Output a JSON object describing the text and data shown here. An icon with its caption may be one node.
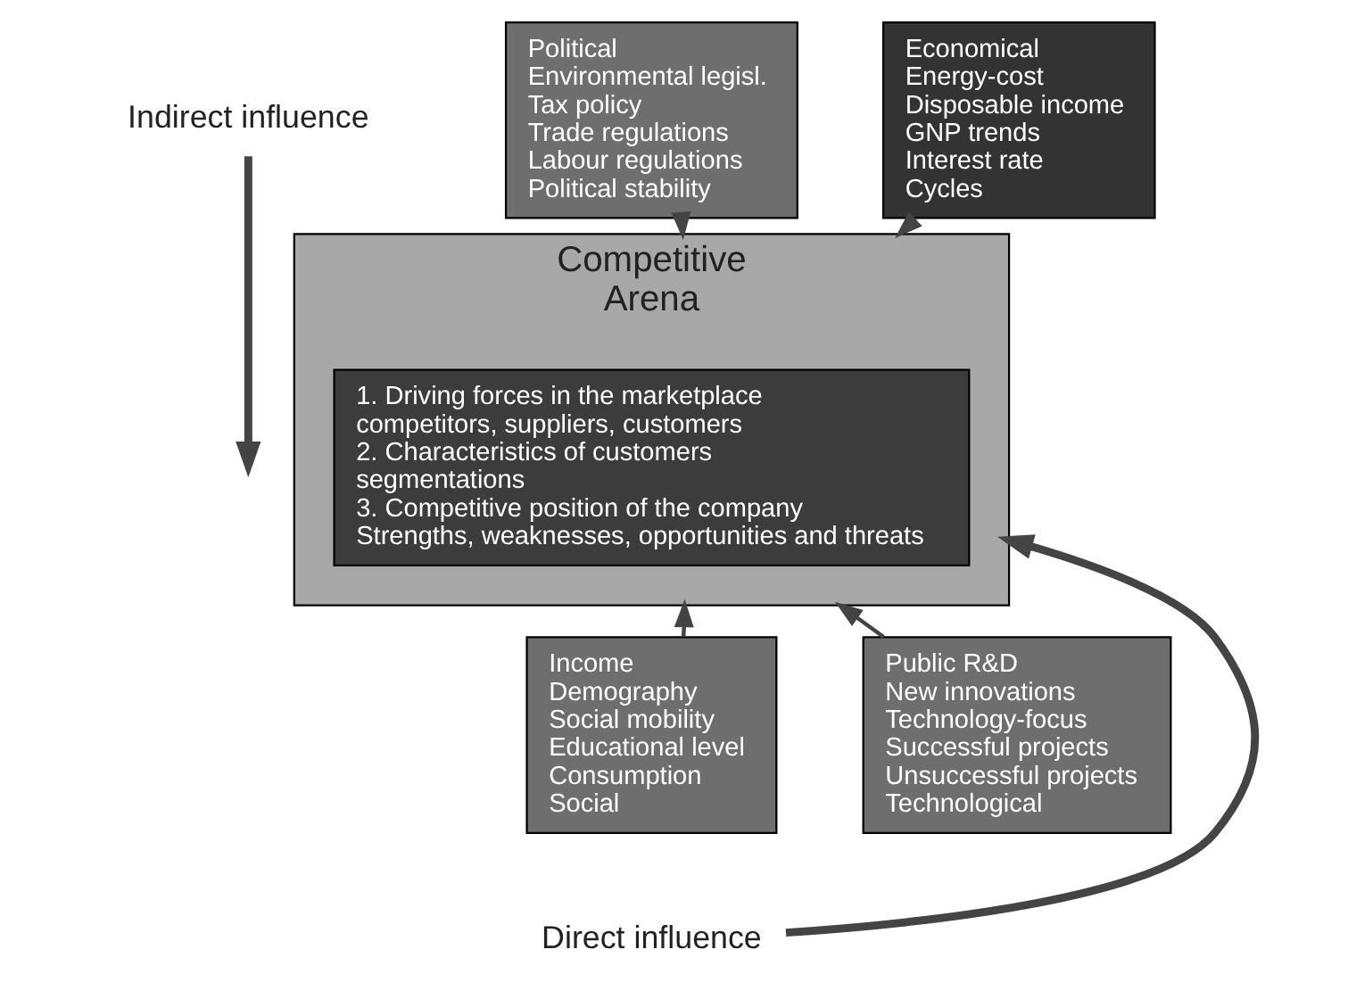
{
  "diagram": {
    "nodes": [
      {
        "text": [
          "Indirect influence"
        ]
      },
      {
        "text": [
          "Political",
          "Environmental legisl.",
          "Tax policy",
          "Trade regulations",
          "Labour regulations",
          "Political stability"
        ]
      },
      {
        "text": [
          "Economical",
          "Energy-cost",
          "Disposable income",
          "GNP trends",
          "Interest rate",
          "Cycles"
        ]
      },
      {
        "text": [
          "Competitive",
          "Arena"
        ]
      },
      {
        "text": [
          "1. Driving forces in the marketplace",
          "competitors, suppliers, customers",
          "2. Characteristics of customers",
          "segmentations",
          "3. Competitive position of the company",
          "Strengths, weaknesses, opportunities and threats"
        ],
        "in": 3
      },
      {
        "text": [
          "Income",
          "Demography",
          "Social mobility",
          "Educational level",
          "Consumption",
          "Social"
        ]
      },
      {
        "text": [
          "Public R&D",
          "New innovations",
          "Technology-focus",
          "Successful projects",
          "Unsuccessful projects",
          "Technological"
        ]
      },
      {
        "text": [
          "Direct influence"
        ]
      }
    ],
    "edges": [
      {
        "from": 0,
        "to": null,
        "arrow": "to",
        "style": "thick"
      },
      {
        "from": 1,
        "to": 3,
        "arrow": "to"
      },
      {
        "from": 2,
        "to": 3,
        "arrow": "to"
      },
      {
        "from": 5,
        "to": 3,
        "arrow": "to"
      },
      {
        "from": 6,
        "to": 3,
        "arrow": "to"
      },
      {
        "from": 7,
        "to": 3,
        "arrow": "to",
        "style": "thick"
      }
    ]
  }
}
